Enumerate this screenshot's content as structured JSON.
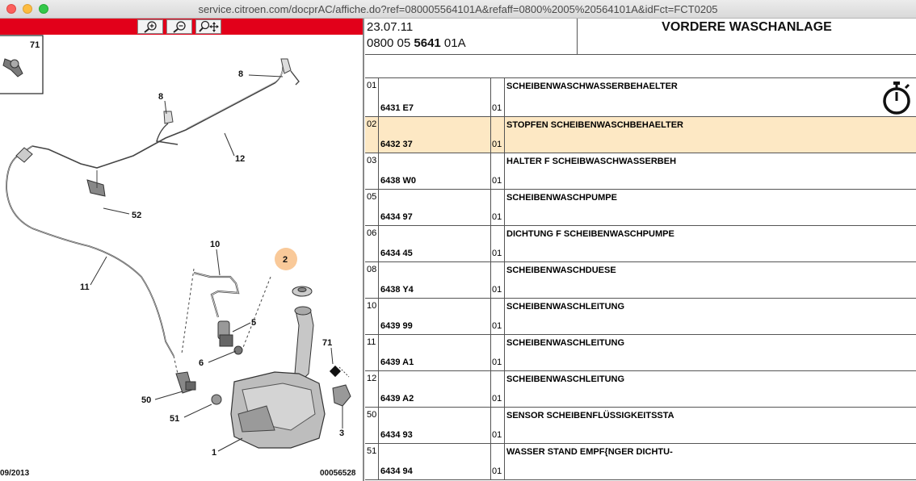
{
  "window": {
    "url": "service.citroen.com/docprAC/affiche.do?ref=080005564101A&refaff=0800%2005%20564101A&idFct=FCT0205"
  },
  "toolbar": {
    "buttons": [
      "zoom-in-icon",
      "zoom-out-icon",
      "zoom-pan-icon"
    ]
  },
  "diagram": {
    "callouts": {
      "c71_inset": "71",
      "c8a": "8",
      "c8b": "8",
      "c12": "12",
      "c52": "52",
      "c11": "11",
      "c10": "10",
      "c2": "2",
      "c5": "5",
      "c6": "6",
      "c71": "71",
      "c50": "50",
      "c51": "51",
      "c1": "1",
      "c3": "3"
    },
    "footer_date": "09/2013",
    "footer_code": "00056528",
    "highlight_color": "#f9c999"
  },
  "header": {
    "date": "23.07.11",
    "ref_prefix": "0800 05 ",
    "ref_bold": "5641",
    "ref_suffix": " 01A",
    "title": "VORDERE WASCHANLAGE"
  },
  "parts": [
    {
      "idx": "01",
      "ref": "6431 E7",
      "qty": "01",
      "desc": "SCHEIBENWASCHWASSERBEHAELTER",
      "highlight": false
    },
    {
      "idx": "02",
      "ref": "6432 37",
      "qty": "01",
      "desc": "STOPFEN SCHEIBENWASCHBEHAELTER",
      "highlight": true
    },
    {
      "idx": "03",
      "ref": "6438 W0",
      "qty": "01",
      "desc": "HALTER F SCHEIBWASCHWASSERBEH",
      "highlight": false
    },
    {
      "idx": "05",
      "ref": "6434 97",
      "qty": "01",
      "desc": "SCHEIBENWASCHPUMPE",
      "highlight": false
    },
    {
      "idx": "06",
      "ref": "6434 45",
      "qty": "01",
      "desc": "DICHTUNG F SCHEIBENWASCHPUMPE",
      "highlight": false
    },
    {
      "idx": "08",
      "ref": "6438 Y4",
      "qty": "01",
      "desc": "SCHEIBENWASCHDUESE",
      "highlight": false
    },
    {
      "idx": "10",
      "ref": "6439 99",
      "qty": "01",
      "desc": "SCHEIBENWASCHLEITUNG",
      "highlight": false
    },
    {
      "idx": "11",
      "ref": "6439 A1",
      "qty": "01",
      "desc": "SCHEIBENWASCHLEITUNG",
      "highlight": false
    },
    {
      "idx": "12",
      "ref": "6439 A2",
      "qty": "01",
      "desc": "SCHEIBENWASCHLEITUNG",
      "highlight": false
    },
    {
      "idx": "50",
      "ref": "6434 93",
      "qty": "01",
      "desc": "SENSOR SCHEIBENFLÜSSIGKEITSSTA",
      "highlight": false
    },
    {
      "idx": "51",
      "ref": "6434 94",
      "qty": "01",
      "desc": "WASSER STAND EMPF{NGER DICHTU-",
      "highlight": false
    }
  ],
  "colors": {
    "toolbar": "#e2001a",
    "row_highlight": "#fde8c4"
  },
  "icons": {
    "timer": "stopwatch-icon"
  }
}
